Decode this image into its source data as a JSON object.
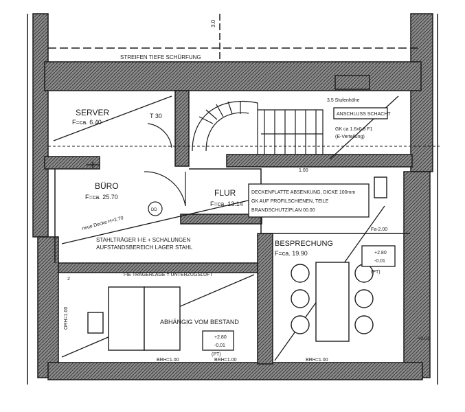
{
  "rooms": {
    "server": {
      "name": "SERVER",
      "area": "F=ca. 6.40"
    },
    "buro": {
      "name": "BÜRO",
      "area": "F=ca. 25.70"
    },
    "flur": {
      "name": "FLUR",
      "area": "F=ca. 13.14"
    },
    "besprechung": {
      "name": "BESPRECHUNG",
      "area": "F=ca. 19.90"
    }
  },
  "labels": {
    "top_strip": "STREIFEN TIEFE SCHÜRFUNG",
    "door_t30": "T 30",
    "stair_note": "3.5 Stufenhöhe",
    "box_right_top": "ANSCHLUSS SCHACHT",
    "right_dim_1": "GK ca 1.6x0.8 F1",
    "right_dim_2": "(E-Verteilung)",
    "flur_box_1": "DECKENPLATTE ABSENKUNG, DICKE 100mm",
    "flur_box_2": "GK AUF PROFILSCHIENEN, TEILE",
    "flur_box_3": "BRANDSCHUTZ/PLAN 00.00",
    "diag_left": "neue Decke H=2.70",
    "beam_1": "STAHLTRÄGER I-IE + SCHALUNGEN",
    "beam_2": "AUFSTANDSBEREICH LAGER STAHL",
    "beam_3": "I-IE TRÄGERLAGE = UNTERZUGSLUFT",
    "abhangig": "ABHÄNGIG VOM BESTAND",
    "brh_left": "BRH=1.00",
    "brh_mid": "BRH=1.00",
    "brh_right": "BRH=1.00",
    "left_vert": "ORH=1.00",
    "top_dim": "3.0",
    "flur_num": "1.00",
    "fire_box": "Fa-2.00",
    "elev_1": "+2.80",
    "elev_2": "-0.01",
    "elev_mid_1": "+2.80",
    "elev_mid_2": "-0.01",
    "pt": "(PT)",
    "pt2": "(PT)",
    "right_edge": "+0.01",
    "left_small": "2",
    "door_sym": "DD"
  },
  "colors": {
    "ink": "#1a1a1a",
    "wall": "#6e6e6e",
    "paper": "#ffffff"
  }
}
